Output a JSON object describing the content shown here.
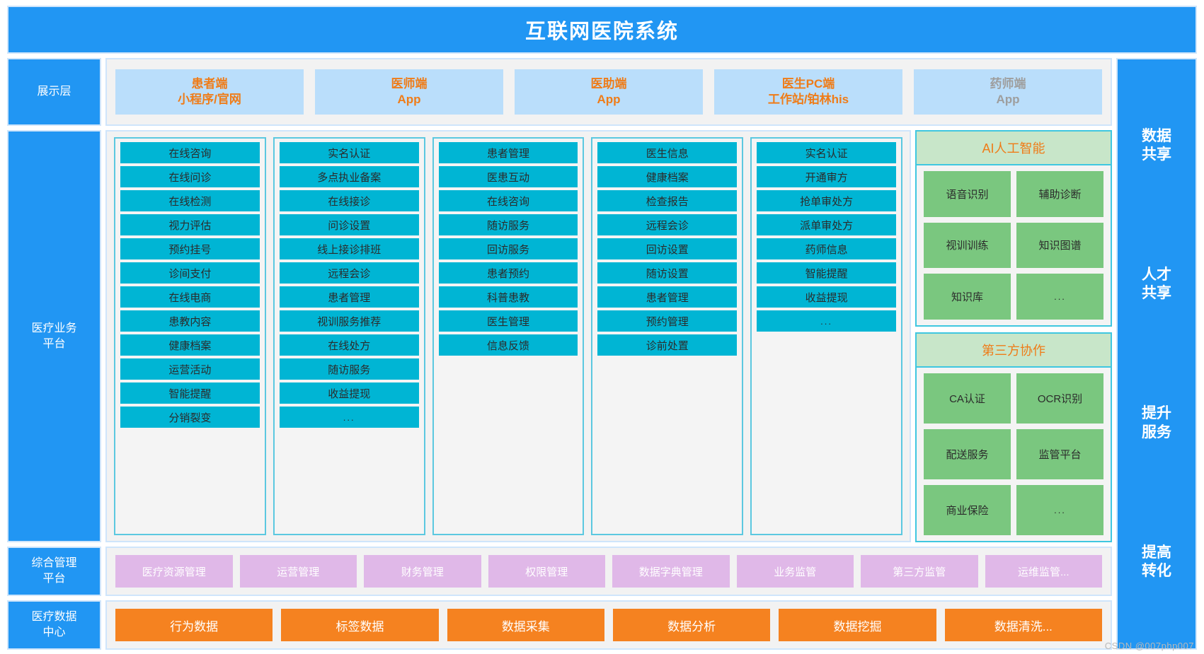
{
  "title": "互联网医院系统",
  "left_layers": [
    {
      "name": "layer-presentation",
      "label": "展示层"
    },
    {
      "name": "layer-business",
      "label": "医疗业务\n平台"
    },
    {
      "name": "layer-management",
      "label": "综合管理\n平台"
    },
    {
      "name": "layer-data-center",
      "label": "医疗数据\n中心"
    }
  ],
  "right_benefits": [
    "数据\n共享",
    "人才\n共享",
    "提升\n服务",
    "提高\n转化"
  ],
  "presentation": {
    "clients": [
      {
        "line1": "患者端",
        "line2": "小程序/官网",
        "muted": false
      },
      {
        "line1": "医师端",
        "line2": "App",
        "muted": false
      },
      {
        "line1": "医助端",
        "line2": "App",
        "muted": false
      },
      {
        "line1": "医生PC端",
        "line2": "工作站/铂林his",
        "muted": false
      },
      {
        "line1": "药师端",
        "line2": "App",
        "muted": true
      }
    ]
  },
  "business_columns": [
    {
      "name": "patient-module",
      "items": [
        "在线咨询",
        "在线问诊",
        "在线检测",
        "视力评估",
        "预约挂号",
        "诊间支付",
        "在线电商",
        "患教内容",
        "健康档案",
        "运营活动",
        "智能提醒",
        "分销裂变"
      ]
    },
    {
      "name": "doctor-module",
      "items": [
        "实名认证",
        "多点执业备案",
        "在线接诊",
        "问诊设置",
        "线上接诊排班",
        "远程会诊",
        "患者管理",
        "视训服务推荐",
        "在线处方",
        "随访服务",
        "收益提现",
        "..."
      ]
    },
    {
      "name": "assistant-module",
      "items": [
        "患者管理",
        "医患互动",
        "在线咨询",
        "随访服务",
        "回访服务",
        "患者预约",
        "科普患教",
        "医生管理",
        "信息反馈"
      ]
    },
    {
      "name": "doctor-pc-module",
      "items": [
        "医生信息",
        "健康档案",
        "检查报告",
        "远程会诊",
        "回访设置",
        "随访设置",
        "患者管理",
        "预约管理",
        "诊前处置"
      ]
    },
    {
      "name": "pharmacist-module",
      "items": [
        "实名认证",
        "开通审方",
        "抢单审处方",
        "派单审处方",
        "药师信息",
        "智能提醒",
        "收益提现",
        "..."
      ]
    }
  ],
  "ai_panel": {
    "title": "AI人工智能",
    "items": [
      "语音识别",
      "辅助诊断",
      "视训训练",
      "知识图谱",
      "知识库",
      "..."
    ]
  },
  "third_party_panel": {
    "title": "第三方协作",
    "items": [
      "CA认证",
      "OCR识别",
      "配送服务",
      "监管平台",
      "商业保险",
      "..."
    ]
  },
  "management_items": [
    "医疗资源管理",
    "运营管理",
    "财务管理",
    "权限管理",
    "数据字典管理",
    "业务监管",
    "第三方监管",
    "运维监管..."
  ],
  "data_items": [
    "行为数据",
    "标签数据",
    "数据采集",
    "数据分析",
    "数据挖掘",
    "数据清洗..."
  ],
  "watermark": "CSDN @007php007",
  "colors": {
    "header_blue": "#2196f3",
    "client_blue": "#badefb",
    "client_text_orange": "#ef7c18",
    "module_cyan": "#00b5d4",
    "green": "#7ac77f",
    "green_head": "#c8e6c9",
    "mgmt_pink": "#e0b8e8",
    "data_orange": "#f58220"
  }
}
